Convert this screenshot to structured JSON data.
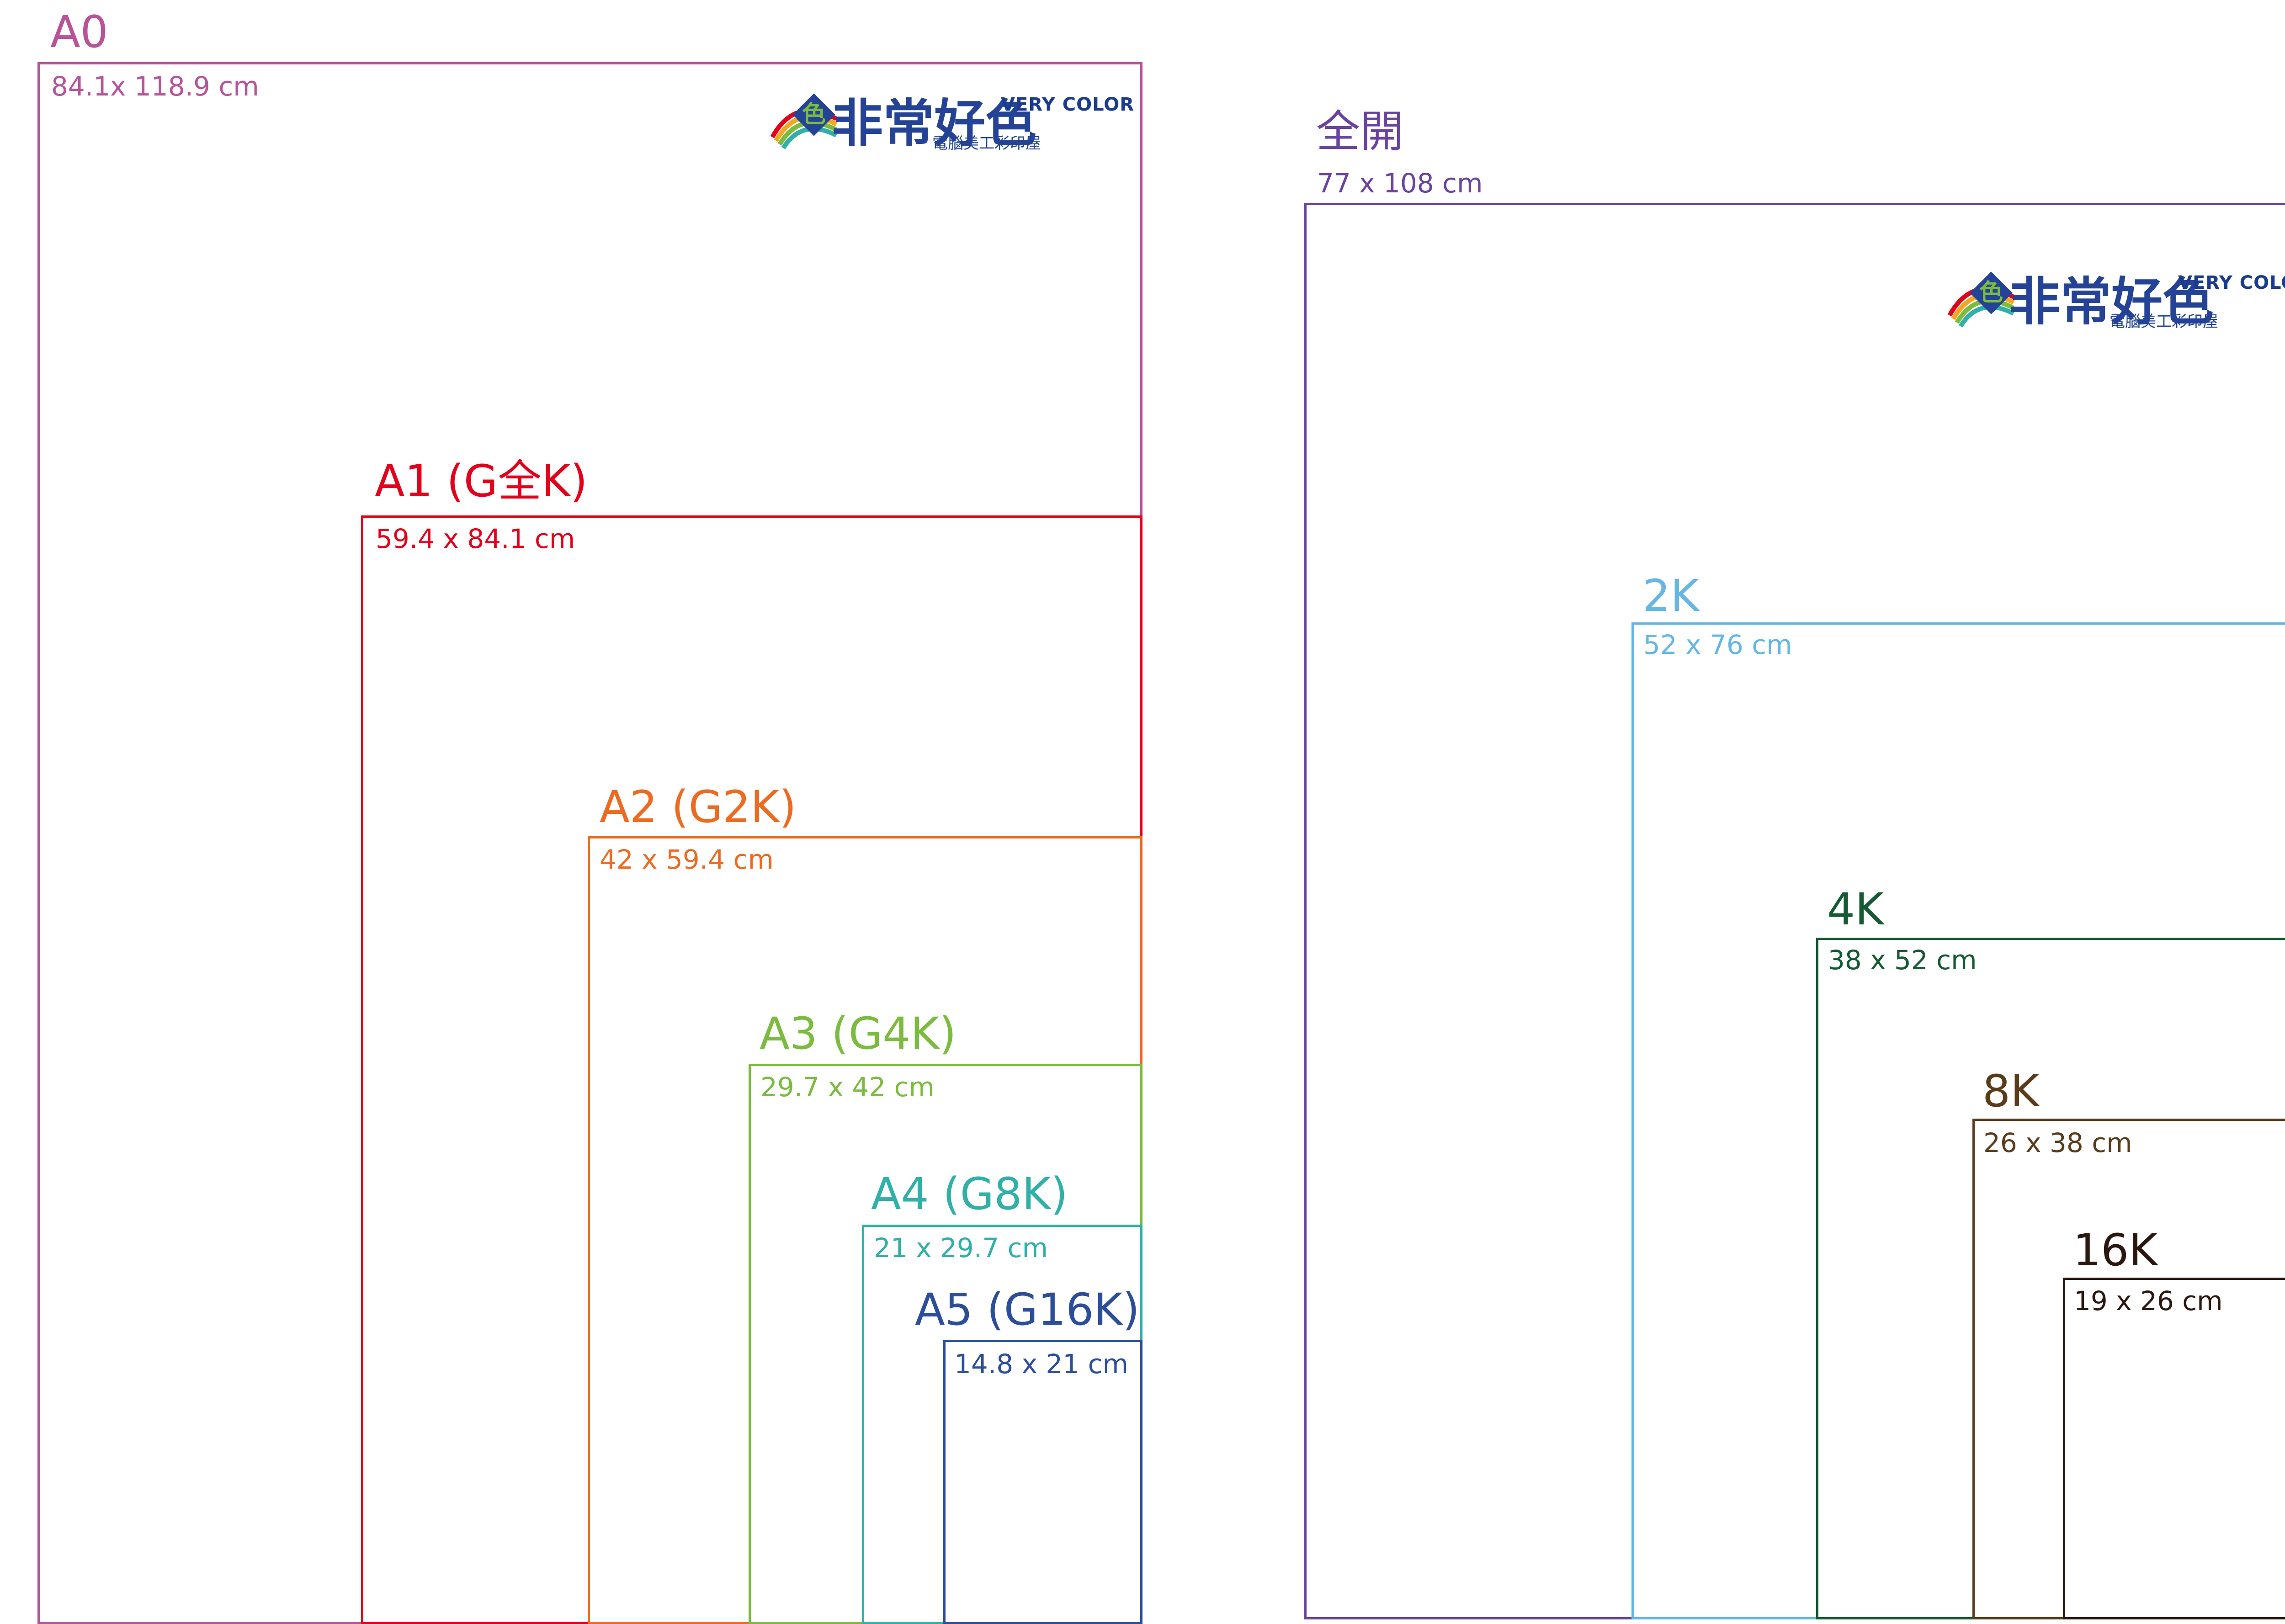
{
  "colors": {
    "a0": "#b8539b",
    "a1": "#e3001b",
    "a2": "#ec6b21",
    "a3": "#7bbb3e",
    "a4": "#2fb0a8",
    "a5": "#2c4e9a",
    "full": "#6a43a0",
    "k2": "#64b7e3",
    "k4": "#145a33",
    "k8": "#5a3c1a",
    "k16": "#2b1710",
    "logo_blue": "#244396"
  },
  "left_series": {
    "a0": {
      "title": "A0",
      "size": "84.1x 118.9 cm"
    },
    "a1": {
      "title": "A1 (G全K)",
      "size": "59.4 x 84.1 cm"
    },
    "a2": {
      "title": "A2 (G2K)",
      "size": "42 x 59.4 cm"
    },
    "a3": {
      "title": "A3 (G4K)",
      "size": "29.7 x 42 cm"
    },
    "a4": {
      "title": "A4 (G8K)",
      "size": "21 x 29.7 cm"
    },
    "a5": {
      "title": "A5 (G16K)",
      "size": "14.8 x 21 cm"
    }
  },
  "right_series": {
    "full": {
      "title": "全開",
      "size": "77 x 108 cm"
    },
    "k2": {
      "title": "2K",
      "size": "52 x 76 cm"
    },
    "k4": {
      "title": "4K",
      "size": "38 x 52 cm"
    },
    "k8": {
      "title": "8K",
      "size": "26 x 38 cm"
    },
    "k16": {
      "title": "16K",
      "size": "19 x 26 cm"
    }
  },
  "logo": {
    "name": "非常好色",
    "wordmark": "VERY COLOR",
    "tagline": "電腦美工彩印屋",
    "icon": "rainbow-emblem-icon"
  }
}
